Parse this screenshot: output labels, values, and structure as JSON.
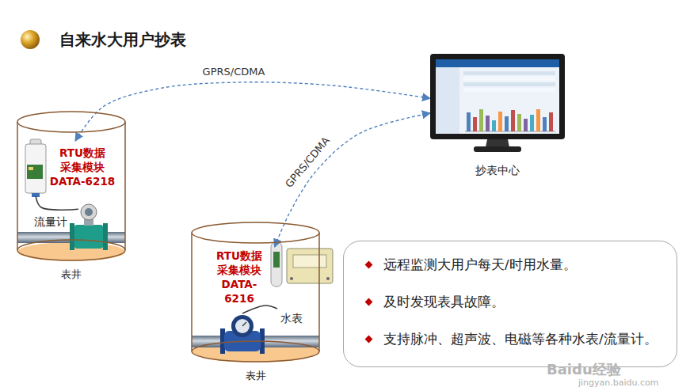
{
  "diagram": {
    "title": "自来水大用户抄表",
    "nodes": [
      {
        "text": [
          "表井"
        ]
      },
      {
        "text": [
          "RTU数据 采集模块 DATA-6218"
        ],
        "in": 0
      },
      {
        "text": [
          "流量计"
        ],
        "in": 0
      },
      {
        "text": [
          "抄表中心"
        ]
      },
      {
        "text": [
          "表井"
        ]
      },
      {
        "text": [
          "RTU数据 采集模块 DATA-6216"
        ],
        "in": 4
      },
      {
        "text": [
          "水表"
        ],
        "in": 4
      },
      {
        "text": [
          "远程监测大用户每天/时用水量。",
          "及时发现表具故障。",
          "支持脉冲、超声波、电磁等各种水表/流量计。"
        ]
      }
    ],
    "edges": [
      {
        "from": 1,
        "to": 3,
        "label": "GPRS/CDMA",
        "arrow": "both"
      },
      {
        "from": 1,
        "to": 2,
        "arrow": "none"
      },
      {
        "from": 5,
        "to": 3,
        "label": "GPRS/CDMA",
        "arrow": "both"
      },
      {
        "from": 5,
        "to": 6,
        "arrow": "none"
      }
    ],
    "labels": [
      "Baidu经验",
      "jingyan.baidu.com"
    ]
  }
}
